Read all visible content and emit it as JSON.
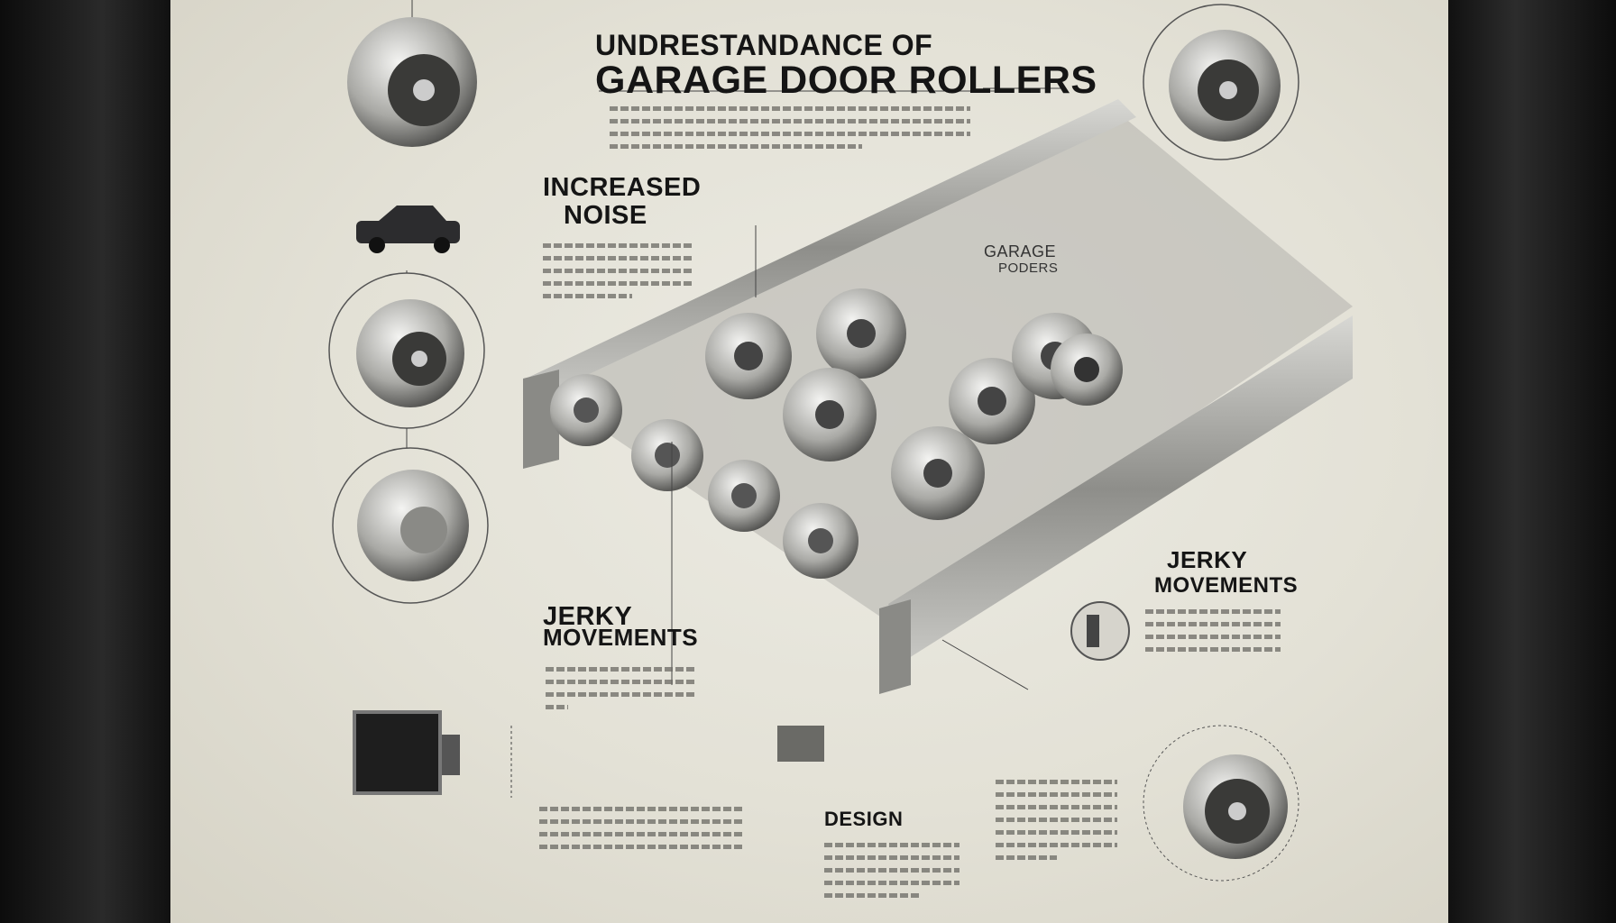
{
  "title": {
    "line1": "UNDRESTANDANCE OF",
    "line2": "GARAGE DOOR ROLLERS"
  },
  "sections": {
    "increased_noise": {
      "line1": "INCREASED",
      "line2": "NOISE"
    },
    "garage_label": {
      "line1": "GARAGE",
      "line2": "PODERS"
    },
    "jerky_left": {
      "line1": "JERKY",
      "line2": "MOVEMENTS"
    },
    "jerky_right": {
      "line1": "JERKY",
      "line2": "MOVEMENTS"
    },
    "design": {
      "label": "DESIGN"
    }
  },
  "colors": {
    "paper": "#e6e4da",
    "ink": "#151515",
    "metal": "#9a9a96",
    "frame": "#1a1a1a"
  },
  "icons": [
    "roller-wheel-icon",
    "car-icon",
    "bracket-icon",
    "hinge-icon"
  ]
}
